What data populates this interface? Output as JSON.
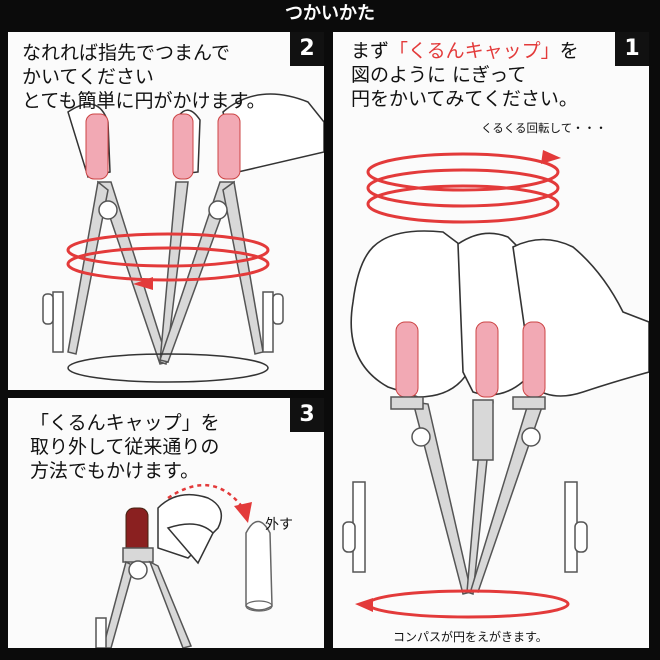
{
  "header": {
    "title": "つかいかた"
  },
  "panels": {
    "p1": {
      "number": "1",
      "line1_before": "まず",
      "line1_highlight": "「くるんキャップ」",
      "line1_after": "を",
      "line2": "図のように にぎって",
      "line3": "円をかいてみてください。",
      "rotate_note": "くるくる回転して・・・",
      "bottom_caption": "コンパスが円をえがきます。"
    },
    "p2": {
      "number": "2",
      "line1": "なれれば指先でつまんで",
      "line2": "かいてください",
      "line3": "とても簡単に円がかけます。"
    },
    "p3": {
      "number": "3",
      "line1": "「くるんキャップ」を",
      "line2": "取り外して従来通りの",
      "line3": "方法でもかけます。",
      "remove_label": "外す"
    }
  },
  "colors": {
    "accent_red": "#e33a3a",
    "cap_pink": "#f2a9b4",
    "background": "#0b0b0b",
    "panel": "#fbfbfb"
  }
}
